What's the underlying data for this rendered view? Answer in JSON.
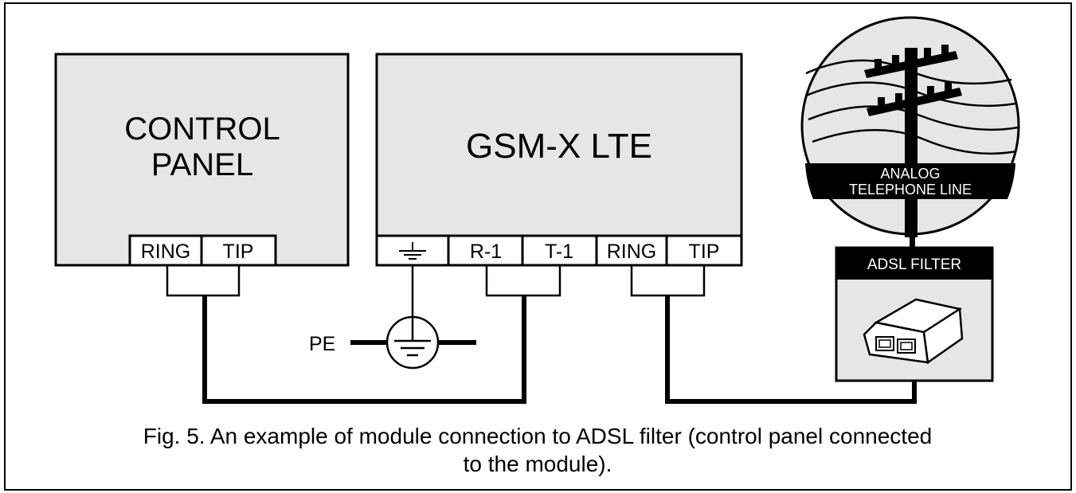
{
  "control_panel": {
    "title_line1": "CONTROL",
    "title_line2": "PANEL",
    "terminals": [
      "RING",
      "TIP"
    ]
  },
  "module": {
    "title": "GSM-X LTE",
    "terminals": [
      "⏚",
      "R-1",
      "T-1",
      "RING",
      "TIP"
    ]
  },
  "earth": {
    "label": "PE"
  },
  "telephone_line": {
    "line1": "ANALOG",
    "line2": "TELEPHONE LINE"
  },
  "adsl_filter": {
    "label": "ADSL FILTER"
  },
  "caption": {
    "line1": "Fig. 5. An example of module connection to ADSL filter (control panel connected",
    "line2": "to the module)."
  }
}
